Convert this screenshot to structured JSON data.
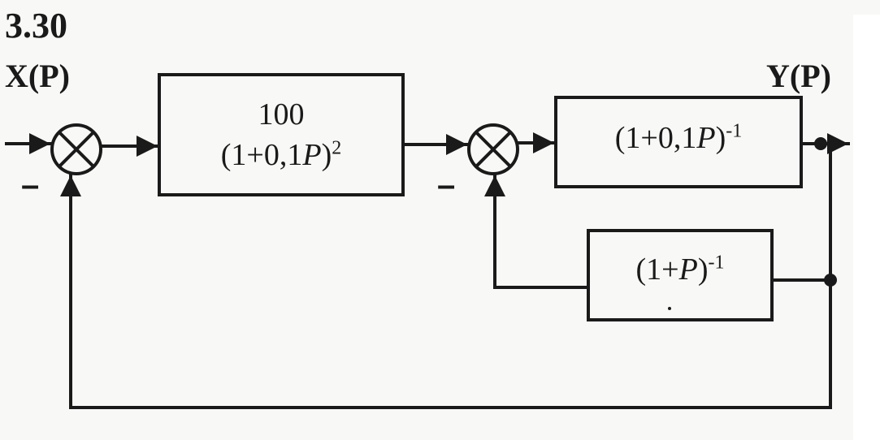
{
  "figure": {
    "number": "3.30",
    "input_label": "X(P)",
    "output_label": "Y(P)"
  },
  "blocks": {
    "forward": {
      "numerator": "100",
      "denominator_base": "(1+0,1",
      "denominator_var": "P",
      "denominator_close": ")",
      "denominator_exp": "2"
    },
    "plant": {
      "base": "(1+0,1",
      "var": "P",
      "close": ")",
      "exp": "-1"
    },
    "feedback": {
      "base": "(1+",
      "var": "P",
      "close": ")",
      "exp": "-1"
    }
  },
  "summing_points": {
    "outer_sign": "–",
    "inner_sign": "–"
  },
  "colors": {
    "ink": "#1a1a1a",
    "paper": "#f8f8f6"
  }
}
